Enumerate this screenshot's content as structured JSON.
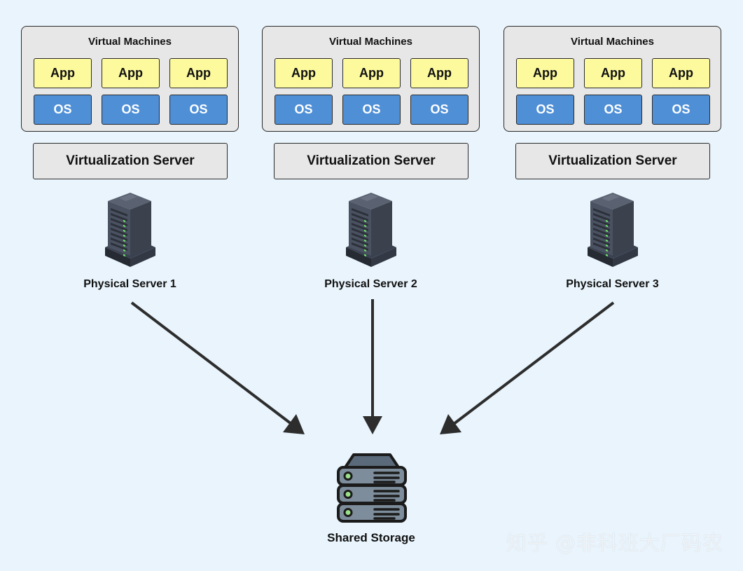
{
  "columns": [
    {
      "vm_title": "Virtual Machines",
      "apps": [
        "App",
        "App",
        "App"
      ],
      "oses": [
        "OS",
        "OS",
        "OS"
      ],
      "virtualization": "Virtualization Server",
      "physical_label": "Physical Server 1"
    },
    {
      "vm_title": "Virtual Machines",
      "apps": [
        "App",
        "App",
        "App"
      ],
      "oses": [
        "OS",
        "OS",
        "OS"
      ],
      "virtualization": "Virtualization Server",
      "physical_label": "Physical Server 2"
    },
    {
      "vm_title": "Virtual Machines",
      "apps": [
        "App",
        "App",
        "App"
      ],
      "oses": [
        "OS",
        "OS",
        "OS"
      ],
      "virtualization": "Virtualization Server",
      "physical_label": "Physical Server 3"
    }
  ],
  "storage": {
    "label": "Shared Storage",
    "icon": "storage-icon"
  },
  "server_icon": "rack-server-icon",
  "watermark": "知乎 @非科班大厂码农",
  "colors": {
    "background": "#e9f4fc",
    "app": "#fdfa9e",
    "os": "#4f8fd6",
    "box": "#e7e7e7",
    "arrow": "#2d2d2d"
  }
}
